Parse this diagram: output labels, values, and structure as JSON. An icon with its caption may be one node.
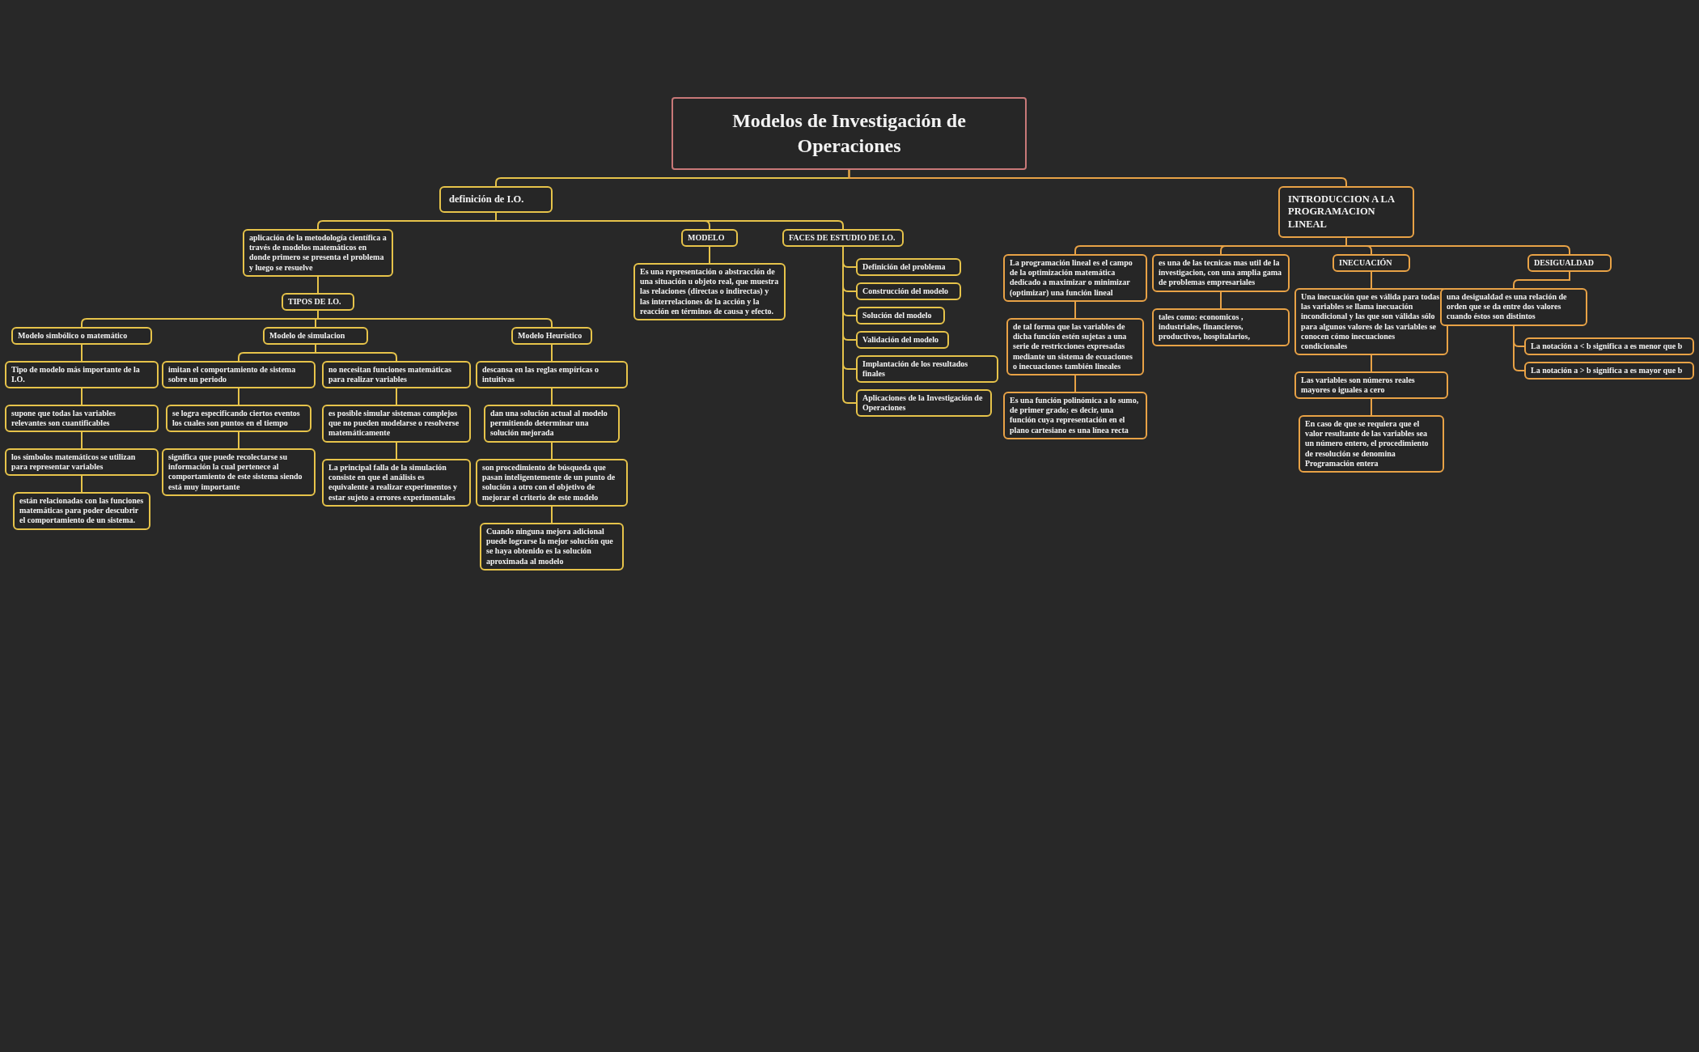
{
  "diagram": {
    "nodes": [
      {
        "text": [
          "Modelos de Investigación de Operaciones"
        ]
      },
      {
        "text": [
          "definición de I.O."
        ]
      },
      {
        "text": [
          "aplicación de la metodología científica a través de modelos matemáticos en donde primero se presenta el problema y luego se resuelve"
        ]
      },
      {
        "text": [
          "TIPOS DE I.O."
        ]
      },
      {
        "text": [
          "Modelo simbólico o matemático"
        ]
      },
      {
        "text": [
          "Tipo de modelo más importante de la I.O."
        ]
      },
      {
        "text": [
          "supone que todas las variables relevantes son cuantificables"
        ]
      },
      {
        "text": [
          "los símbolos matemáticos se utilizan para representar variables"
        ]
      },
      {
        "text": [
          "están relacionadas con las funciones matemáticas para poder descubrir el comportamiento de un sistema."
        ]
      },
      {
        "text": [
          "Modelo de simulacion"
        ]
      },
      {
        "text": [
          "imitan el comportamiento de sistema sobre un periodo"
        ]
      },
      {
        "text": [
          "se logra especificando ciertos eventos los cuales son puntos en el tiempo"
        ]
      },
      {
        "text": [
          "significa que puede recolectarse su información la cual pertenece al comportamiento de este sistema siendo está muy importante"
        ]
      },
      {
        "text": [
          "no necesitan funciones matemáticas para realizar variables"
        ]
      },
      {
        "text": [
          "es posible simular sistemas complejos que no pueden modelarse o resolverse matemáticamente"
        ]
      },
      {
        "text": [
          "La principal falla de la simulación consiste en que el análisis es equivalente a realizar experimentos y estar sujeto a errores experimentales"
        ]
      },
      {
        "text": [
          "Modelo Heurístico"
        ]
      },
      {
        "text": [
          "descansa en las reglas empíricas o intuitivas"
        ]
      },
      {
        "text": [
          "dan una solución actual al modelo permitiendo determinar una solución mejorada"
        ]
      },
      {
        "text": [
          "son procedimiento de búsqueda que pasan inteligentemente de un punto de solución a otro con el objetivo de mejorar el criterio de este modelo"
        ]
      },
      {
        "text": [
          "Cuando ninguna mejora adicional puede lograrse la mejor solución que se haya obtenido es la solución aproximada al modelo"
        ]
      },
      {
        "text": [
          "MODELO"
        ]
      },
      {
        "text": [
          "Es una representación o abstracción de una situación u objeto real, que muestra las relaciones (directas o indirectas) y las interrelaciones de la acción y la reacción en términos de causa y efecto."
        ]
      },
      {
        "text": [
          "FACES DE ESTUDIO DE I.O."
        ]
      },
      {
        "text": [
          "Definición del problema"
        ]
      },
      {
        "text": [
          "Construcción del modelo"
        ]
      },
      {
        "text": [
          "Solución del modelo"
        ]
      },
      {
        "text": [
          "Validación del modelo"
        ]
      },
      {
        "text": [
          "Implantación de los resultados finales"
        ]
      },
      {
        "text": [
          "Aplicaciones de la Investigación de Operaciones"
        ]
      },
      {
        "text": [
          "INTRODUCCION A LA PROGRAMACION LINEAL"
        ]
      },
      {
        "text": [
          "La programación lineal es el campo de la optimización matemática dedicado a maximizar o minimizar (optimizar) una función lineal"
        ]
      },
      {
        "text": [
          "de tal forma que las variables de dicha función estén sujetas a una serie de restricciones expresadas mediante un sistema de ecuaciones o inecuaciones también lineales"
        ]
      },
      {
        "text": [
          "Es una función polinómica a lo sumo, de primer grado; es decir, una función cuya representación en el plano cartesiano es una línea recta"
        ]
      },
      {
        "text": [
          "es una de las tecnicas mas util de la investigacion, con una amplia gama de problemas empresariales"
        ]
      },
      {
        "text": [
          "tales como: economicos , industriales, financieros, productivos, hospitalarios,"
        ]
      },
      {
        "text": [
          "INECUACIÓN"
        ]
      },
      {
        "text": [
          "Una inecuación que es válida para todas las variables se llama inecuación incondicional y las que son válidas sólo para algunos valores de las variables se conocen cómo inecuaciones condicionales"
        ]
      },
      {
        "text": [
          "Las variables son números reales mayores o iguales a cero"
        ]
      },
      {
        "text": [
          "En caso de que se requiera que el valor resultante de las variables sea un número entero, el procedimiento de resolución se denomina Programación entera"
        ]
      },
      {
        "text": [
          "DESIGUALDAD"
        ]
      },
      {
        "text": [
          "una desigualdad es una relación de orden que se da entre dos valores cuando éstos son distintos"
        ]
      },
      {
        "text": [
          "La notación a < b significa a es menor que b"
        ]
      },
      {
        "text": [
          "La notación a > b significa a es mayor que b"
        ]
      }
    ],
    "edges": [
      {
        "from": 0,
        "to": 1,
        "arrow": "none"
      },
      {
        "from": 0,
        "to": 30,
        "arrow": "none",
        "color": "#e8a246"
      },
      {
        "from": 1,
        "to": 2,
        "arrow": "none"
      },
      {
        "from": 1,
        "to": 21,
        "arrow": "none"
      },
      {
        "from": 1,
        "to": 23,
        "arrow": "none"
      },
      {
        "from": 2,
        "to": 3,
        "arrow": "none"
      },
      {
        "from": 3,
        "to": 4,
        "arrow": "none"
      },
      {
        "from": 3,
        "to": 9,
        "arrow": "none"
      },
      {
        "from": 3,
        "to": 16,
        "arrow": "none"
      },
      {
        "from": 4,
        "to": 5,
        "arrow": "none"
      },
      {
        "from": 5,
        "to": 6,
        "arrow": "none"
      },
      {
        "from": 6,
        "to": 7,
        "arrow": "none"
      },
      {
        "from": 7,
        "to": 8,
        "arrow": "none"
      },
      {
        "from": 9,
        "to": 10,
        "arrow": "none"
      },
      {
        "from": 9,
        "to": 13,
        "arrow": "none"
      },
      {
        "from": 10,
        "to": 11,
        "arrow": "none"
      },
      {
        "from": 11,
        "to": 12,
        "arrow": "none"
      },
      {
        "from": 13,
        "to": 14,
        "arrow": "none"
      },
      {
        "from": 14,
        "to": 15,
        "arrow": "none"
      },
      {
        "from": 16,
        "to": 17,
        "arrow": "none"
      },
      {
        "from": 17,
        "to": 18,
        "arrow": "none"
      },
      {
        "from": 18,
        "to": 19,
        "arrow": "none"
      },
      {
        "from": 19,
        "to": 20,
        "arrow": "none"
      },
      {
        "from": 21,
        "to": 22,
        "arrow": "none"
      },
      {
        "from": 23,
        "to": 24,
        "arrow": "none"
      },
      {
        "from": 23,
        "to": 25,
        "arrow": "none"
      },
      {
        "from": 23,
        "to": 26,
        "arrow": "none"
      },
      {
        "from": 23,
        "to": 27,
        "arrow": "none"
      },
      {
        "from": 23,
        "to": 28,
        "arrow": "none"
      },
      {
        "from": 23,
        "to": 29,
        "arrow": "none"
      },
      {
        "from": 30,
        "to": 31,
        "arrow": "none",
        "color": "#e8a246"
      },
      {
        "from": 30,
        "to": 34,
        "arrow": "none",
        "color": "#e8a246"
      },
      {
        "from": 30,
        "to": 36,
        "arrow": "none",
        "color": "#e8a246"
      },
      {
        "from": 30,
        "to": 40,
        "arrow": "none",
        "color": "#e8a246"
      },
      {
        "from": 31,
        "to": 32,
        "arrow": "none",
        "color": "#e8a246"
      },
      {
        "from": 32,
        "to": 33,
        "arrow": "none",
        "color": "#e8a246"
      },
      {
        "from": 34,
        "to": 35,
        "arrow": "none",
        "color": "#e8a246"
      },
      {
        "from": 36,
        "to": 37,
        "arrow": "none",
        "color": "#e8a246"
      },
      {
        "from": 37,
        "to": 38,
        "arrow": "none",
        "color": "#e8a246"
      },
      {
        "from": 38,
        "to": 39,
        "arrow": "none",
        "color": "#e8a246"
      },
      {
        "from": 40,
        "to": 41,
        "arrow": "none",
        "color": "#e8a246"
      },
      {
        "from": 41,
        "to": 42,
        "arrow": "none",
        "color": "#e8a246"
      },
      {
        "from": 41,
        "to": 43,
        "arrow": "none",
        "color": "#e8a246"
      }
    ]
  }
}
